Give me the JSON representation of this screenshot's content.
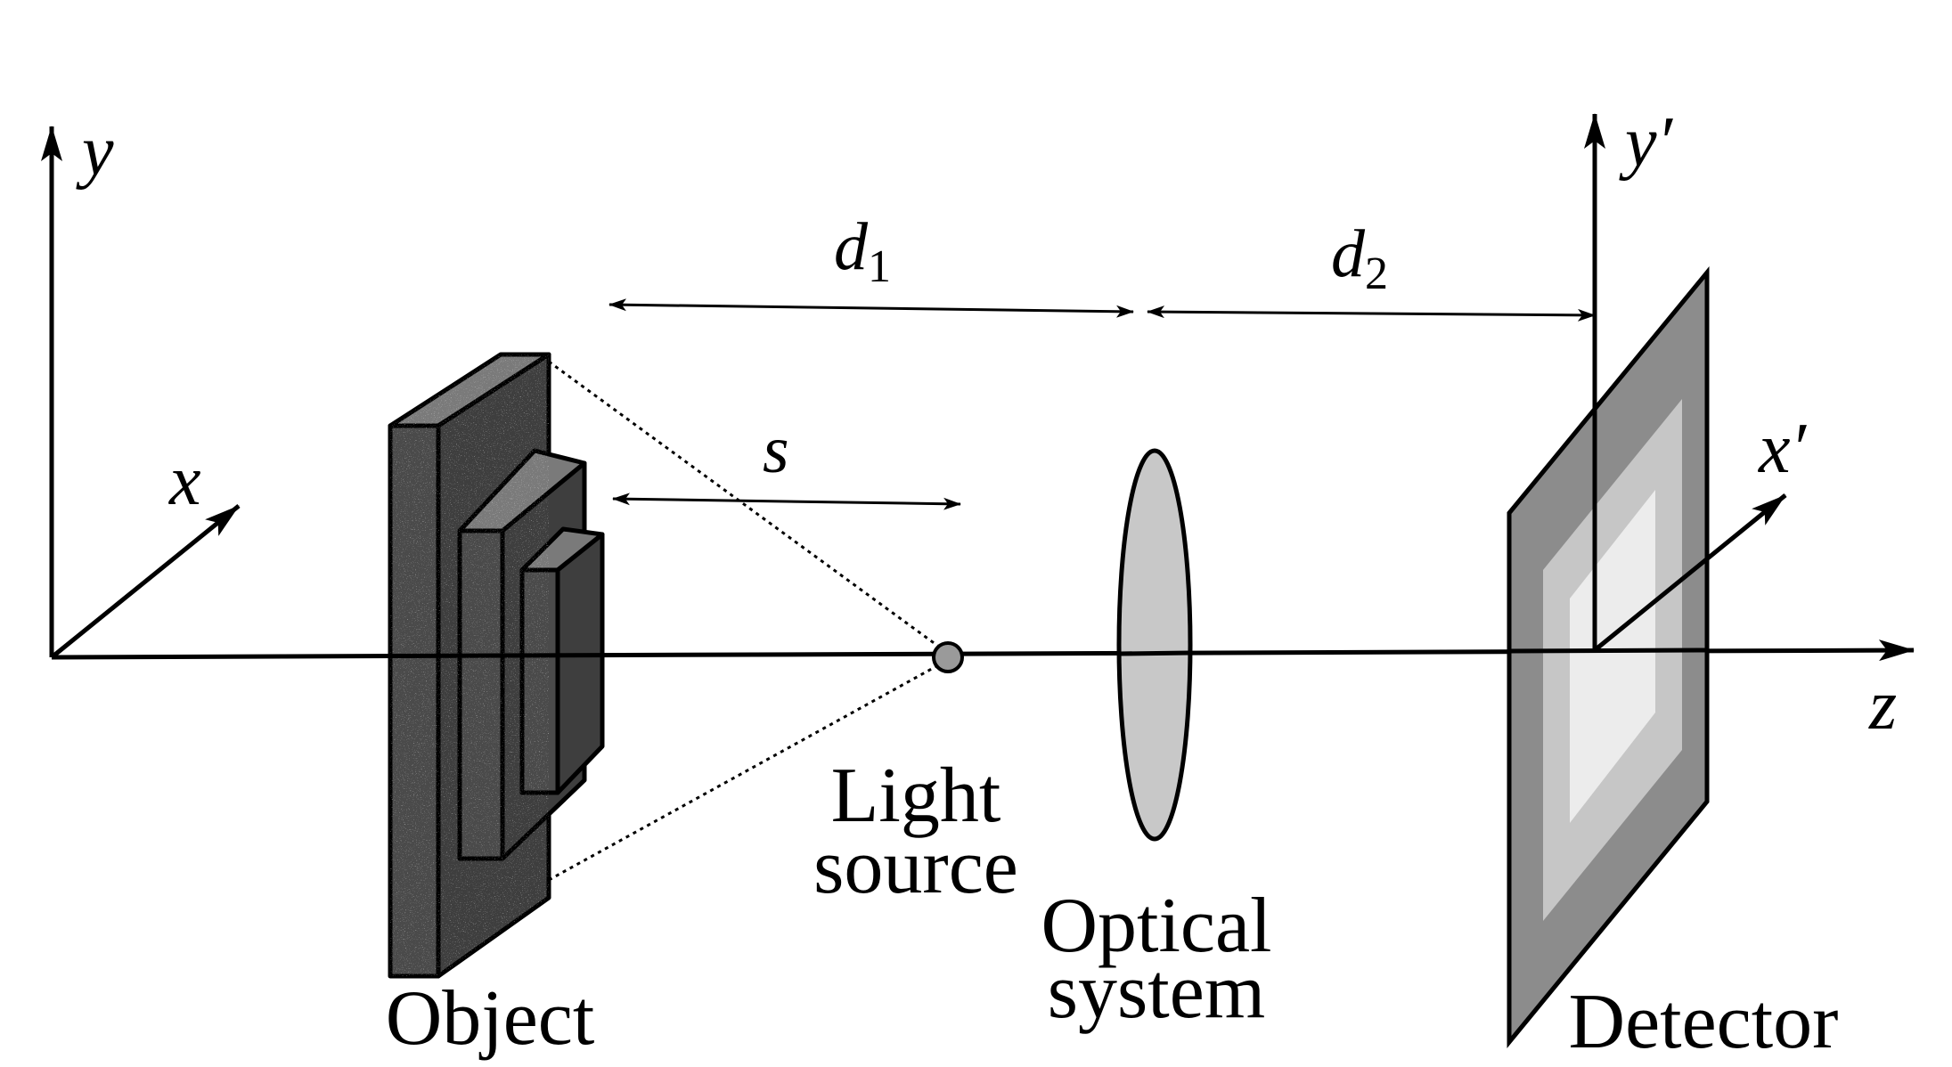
{
  "axes_left": {
    "y": "y",
    "x": "x"
  },
  "axes_right": {
    "y": "y′",
    "x": "x′"
  },
  "axis_z": "z",
  "dimensions": {
    "d1": {
      "letter": "d",
      "sub": "1"
    },
    "d2": {
      "letter": "d",
      "sub": "2"
    },
    "s": "s"
  },
  "labels": {
    "object": "Object",
    "light_source_line1": "Light",
    "light_source_line2": "source",
    "optical_line1": "Optical",
    "optical_line2": "system",
    "detector": "Detector"
  },
  "colors": {
    "stroke": "#000000",
    "object_fill": "#4a4a4a",
    "lens_fill": "#c8c8c8",
    "source_fill": "#9a9a9a",
    "detector_outer": "#8c8c8c",
    "detector_middle": "#c6c6c6",
    "detector_inner": "#ececec"
  }
}
